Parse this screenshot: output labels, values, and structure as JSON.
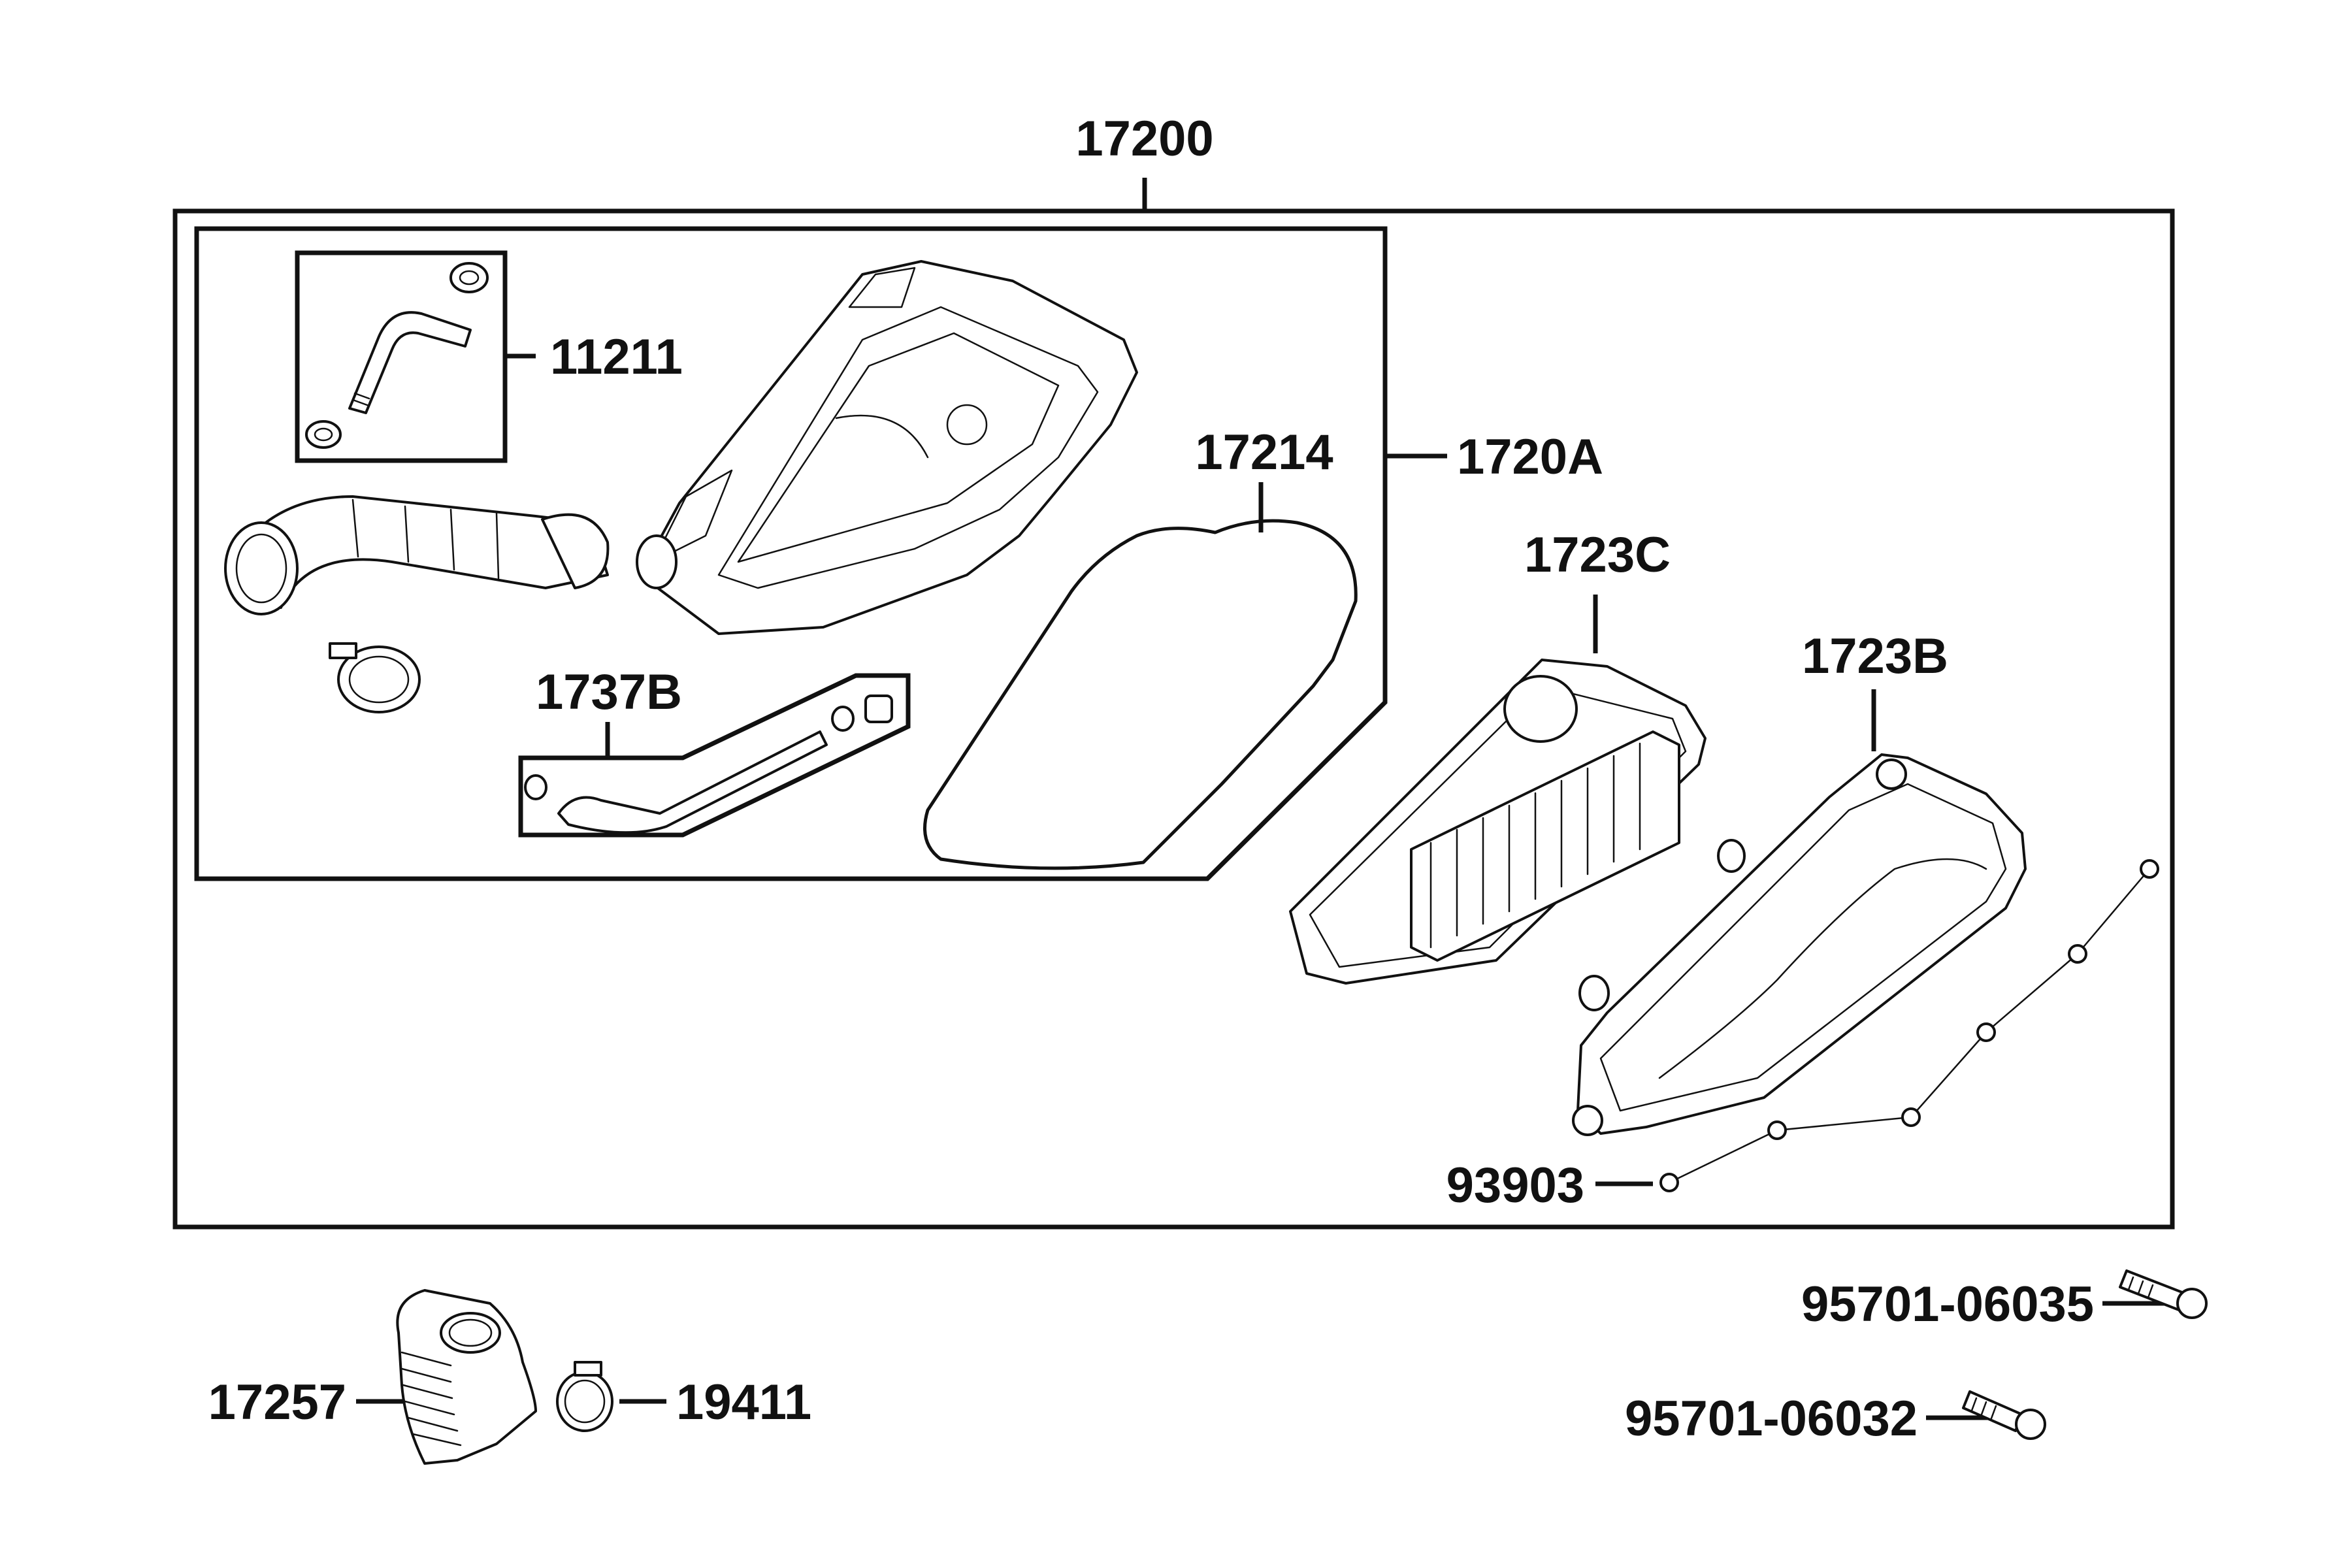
{
  "callouts": {
    "assembly": "17200",
    "breather_hose": "11211",
    "case_assembly": "1720A",
    "gasket": "17214",
    "drain_tube": "1737B",
    "element": "1723C",
    "cover": "1723B",
    "screw": "93903",
    "bolt_a": "95701-06035",
    "bolt_b": "95701-06032",
    "intake_duct": "17257",
    "clamp": "19411"
  }
}
